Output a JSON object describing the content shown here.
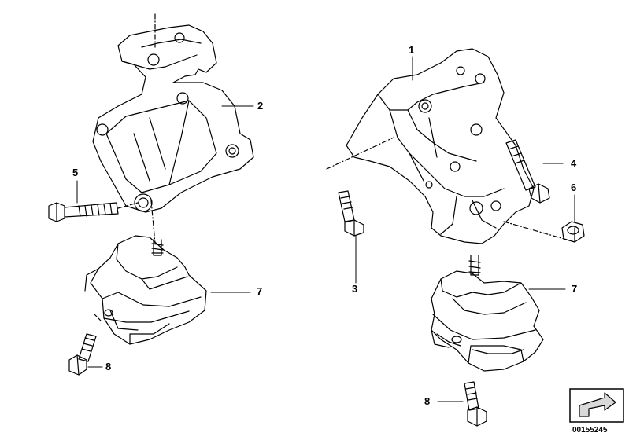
{
  "callouts": {
    "c1": "1",
    "c2": "2",
    "c3": "3",
    "c4": "4",
    "c5": "5",
    "c6": "6",
    "c7_left": "7",
    "c7_right": "7",
    "c8_left": "8",
    "c8_right": "8"
  },
  "reference_number": "00155245",
  "colors": {
    "line": "#000000",
    "background": "#ffffff",
    "shade": "#d9d9d9"
  },
  "icons": [
    "navigation-arrow-icon"
  ]
}
